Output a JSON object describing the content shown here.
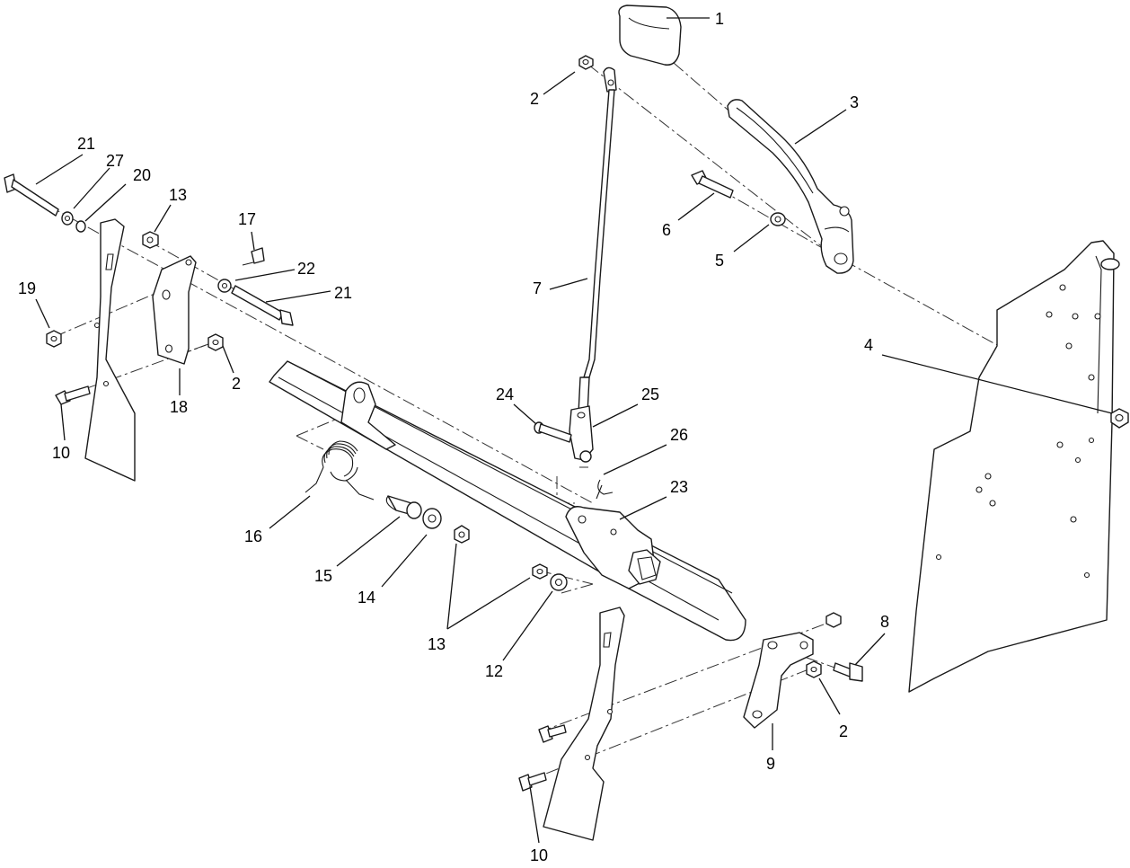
{
  "callouts": [
    {
      "id": "c1",
      "label": "1"
    },
    {
      "id": "c2a",
      "label": "2"
    },
    {
      "id": "c3",
      "label": "3"
    },
    {
      "id": "c6",
      "label": "6"
    },
    {
      "id": "c5",
      "label": "5"
    },
    {
      "id": "c21a",
      "label": "21"
    },
    {
      "id": "c27",
      "label": "27"
    },
    {
      "id": "c20",
      "label": "20"
    },
    {
      "id": "c13a",
      "label": "13"
    },
    {
      "id": "c17",
      "label": "17"
    },
    {
      "id": "c22",
      "label": "22"
    },
    {
      "id": "c21b",
      "label": "21"
    },
    {
      "id": "c7",
      "label": "7"
    },
    {
      "id": "c19",
      "label": "19"
    },
    {
      "id": "c4",
      "label": "4"
    },
    {
      "id": "c2b",
      "label": "2"
    },
    {
      "id": "c18",
      "label": "18"
    },
    {
      "id": "c24",
      "label": "24"
    },
    {
      "id": "c25",
      "label": "25"
    },
    {
      "id": "c10a",
      "label": "10"
    },
    {
      "id": "c26",
      "label": "26"
    },
    {
      "id": "c23",
      "label": "23"
    },
    {
      "id": "c16",
      "label": "16"
    },
    {
      "id": "c15",
      "label": "15"
    },
    {
      "id": "c14",
      "label": "14"
    },
    {
      "id": "c13b",
      "label": "13"
    },
    {
      "id": "c12",
      "label": "12"
    },
    {
      "id": "c8",
      "label": "8"
    },
    {
      "id": "c2c",
      "label": "2"
    },
    {
      "id": "c9",
      "label": "9"
    },
    {
      "id": "c10b",
      "label": "10"
    }
  ]
}
